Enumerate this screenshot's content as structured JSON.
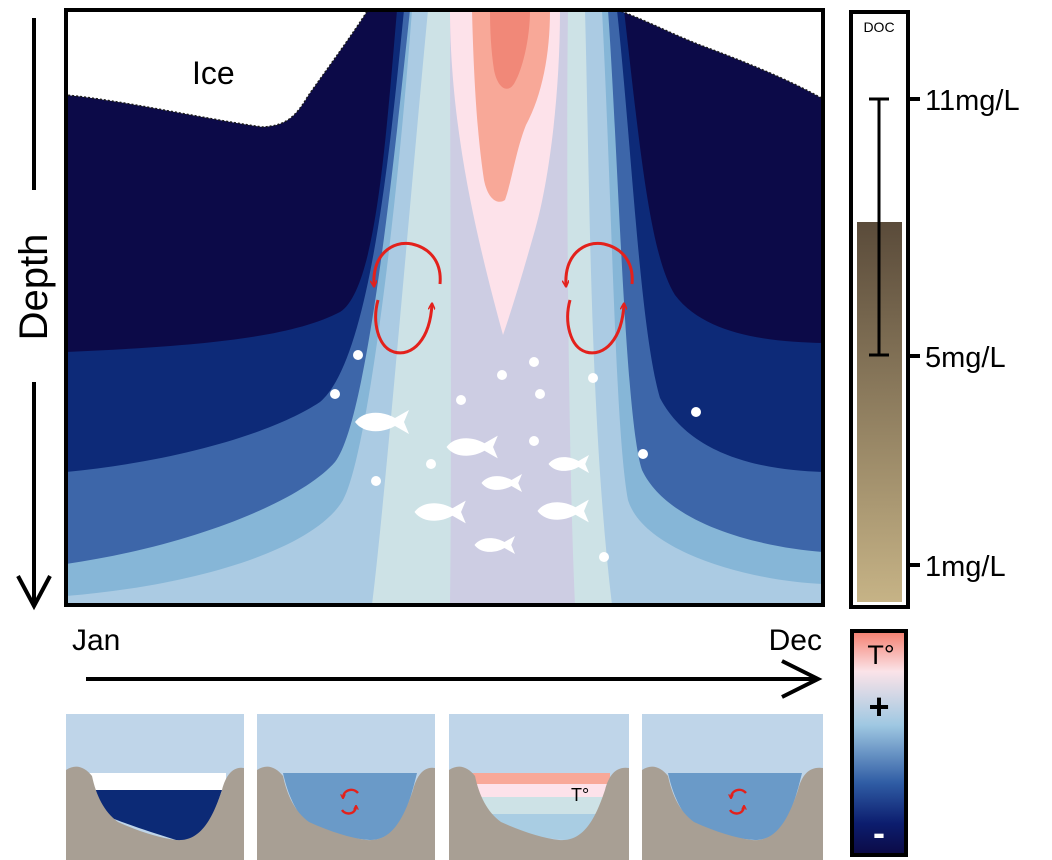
{
  "labels": {
    "depth": "Depth",
    "ice": "Ice",
    "month_start": "Jan",
    "month_end": "Dec",
    "doc": "DOC",
    "temperature": "T°",
    "plus": "+",
    "minus": "-",
    "panel_temp": "T°"
  },
  "doc_scale": {
    "ticks": [
      "11mg/L",
      "5mg/L",
      "1mg/L"
    ]
  },
  "colors": {
    "navy": "#0c0a48",
    "dark_blue": "#0d2a78",
    "mid_blue": "#3d66a9",
    "steel_blue": "#86b6d7",
    "pale_blue": "#abcbe3",
    "frost": "#cde2e6",
    "lavender": "#cdcde3",
    "blush": "#fde2ea",
    "salmon": "#f8a898",
    "coral": "#f18878",
    "gyre_red": "#e3211c",
    "ground": "#a89f94",
    "sky": "#bfd5e9",
    "doc_top": "#5a4b3a",
    "doc_bottom": "#c6b386"
  }
}
